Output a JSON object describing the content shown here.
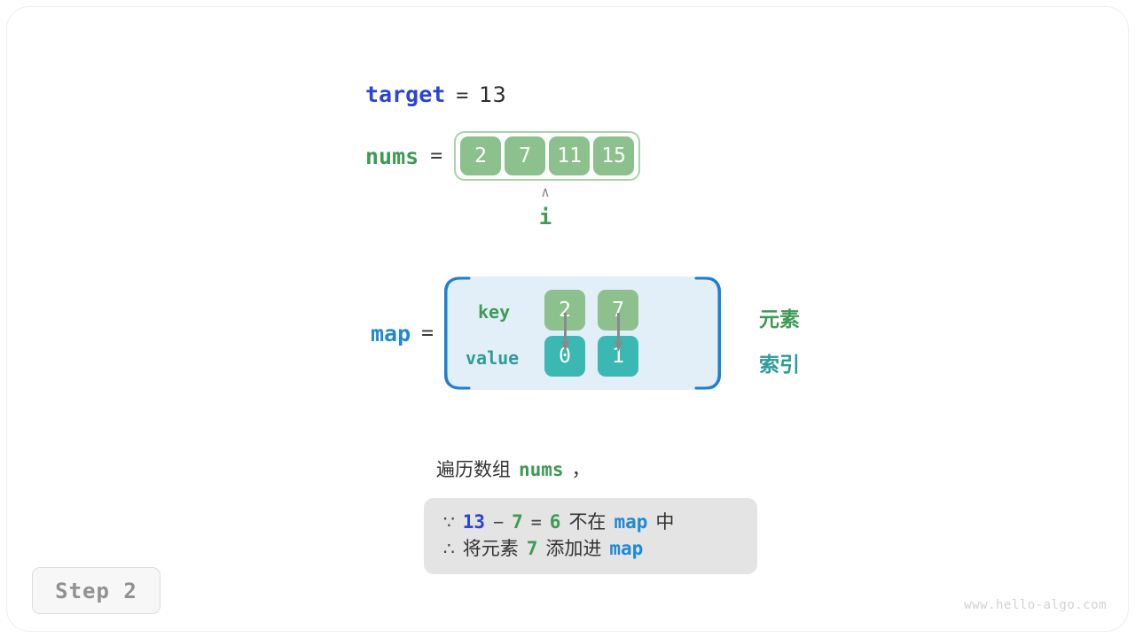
{
  "page": {
    "watermark": "www.hello-algo.com",
    "step_badge": "Step 2"
  },
  "target_row": {
    "var_label": "target",
    "equals": "=",
    "value": "13"
  },
  "nums_row": {
    "var_label": "nums",
    "equals": "=",
    "cells": [
      "2",
      "7",
      "11",
      "15"
    ]
  },
  "pointer": {
    "caret": "∧",
    "label": "i",
    "points_to_index": 1
  },
  "map_row": {
    "var_label": "map",
    "equals": "=",
    "key_label": "key",
    "value_label": "value",
    "entries": [
      {
        "key": "2",
        "value": "0"
      },
      {
        "key": "7",
        "value": "1"
      }
    ]
  },
  "side_labels": {
    "element": "元素",
    "index": "索引"
  },
  "caption": {
    "prefix": "遍历数组",
    "code": "nums",
    "suffix": "，"
  },
  "note": {
    "line1": {
      "symbol": "∵",
      "a": "13",
      "op1": "−",
      "b": "7",
      "op2": "=",
      "c": "6",
      "text1": "不在",
      "code": "map",
      "text2": "中"
    },
    "line2": {
      "symbol": "∴",
      "text1": "将元素",
      "num": "7",
      "text2": "添加进",
      "code": "map"
    }
  },
  "colors": {
    "target_blue": "#2a45d4",
    "map_blue": "#1f8ad4",
    "nums_green": "#3d9b53",
    "cell_green": "#8cc08c",
    "cell_teal": "#3bb8b3",
    "map_box_bg": "#e2eff9",
    "map_box_border": "#1f7fd0",
    "note_bg": "#e4e4e4",
    "arrow_gray": "#8a8a8a"
  }
}
